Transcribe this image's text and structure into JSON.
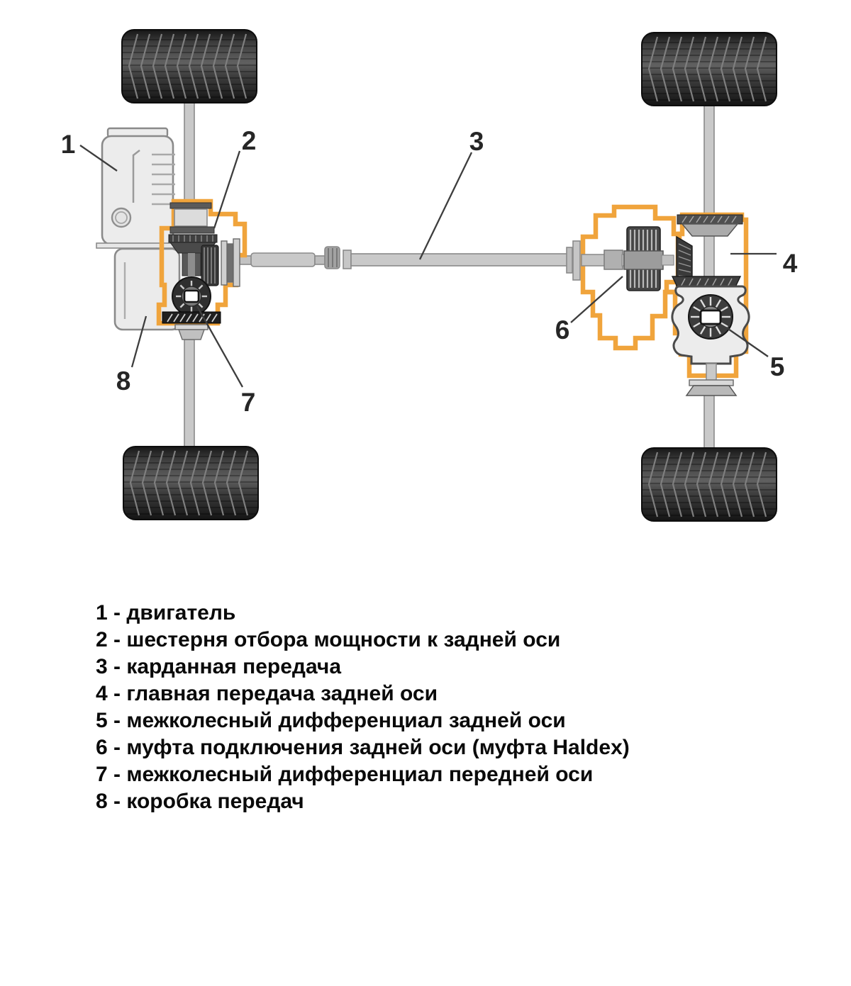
{
  "diagram": {
    "callouts": {
      "c1": "1",
      "c2": "2",
      "c3": "3",
      "c4": "4",
      "c5": "5",
      "c6": "6",
      "c7": "7",
      "c8": "8"
    }
  },
  "legend": {
    "items": [
      "1 - двигатель",
      "2 - шестерня отбора мощности к задней оси",
      "3 - карданная передача",
      "4 - главная передача задней оси",
      "5 - межколесный дифференциал задней оси",
      "6 - муфта подключения задней оси (муфта Haldex)",
      "7 - межколесный дифференциал передней оси",
      "8 - коробка передач"
    ]
  },
  "colors": {
    "housing_accent_orange": "#F0A43C",
    "gear_dark": "#414141",
    "shaft_gray": "#C9C9C9",
    "outline_gray": "#8A8A8A",
    "tire_dark": "#2E2E2E",
    "label_text": "#262626"
  }
}
